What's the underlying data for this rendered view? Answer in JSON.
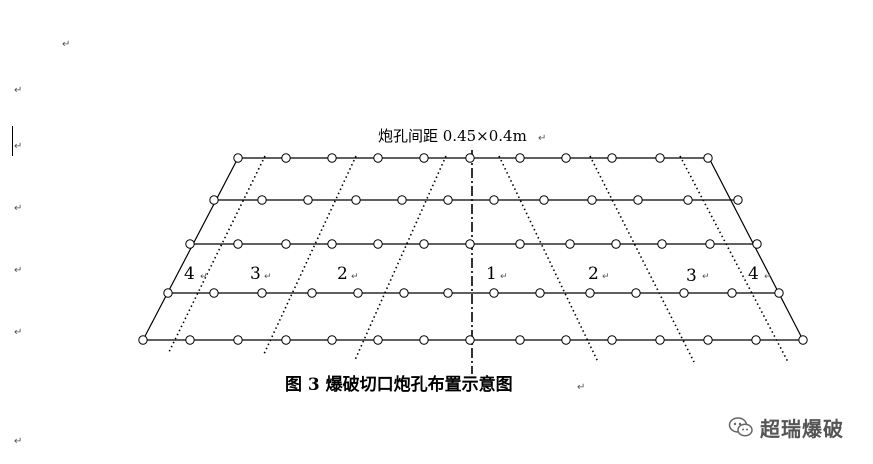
{
  "diagram": {
    "spacing_label": "炮孔间距 0.45×0.4m",
    "caption": "图 3   爆破切口炮孔布置示意图",
    "zones": [
      "4",
      "3",
      "2",
      "1",
      "2",
      "3",
      "4"
    ],
    "paragraph_mark": "↵"
  },
  "watermark": {
    "text": "超瑞爆破",
    "icon": "wechat-icon"
  }
}
